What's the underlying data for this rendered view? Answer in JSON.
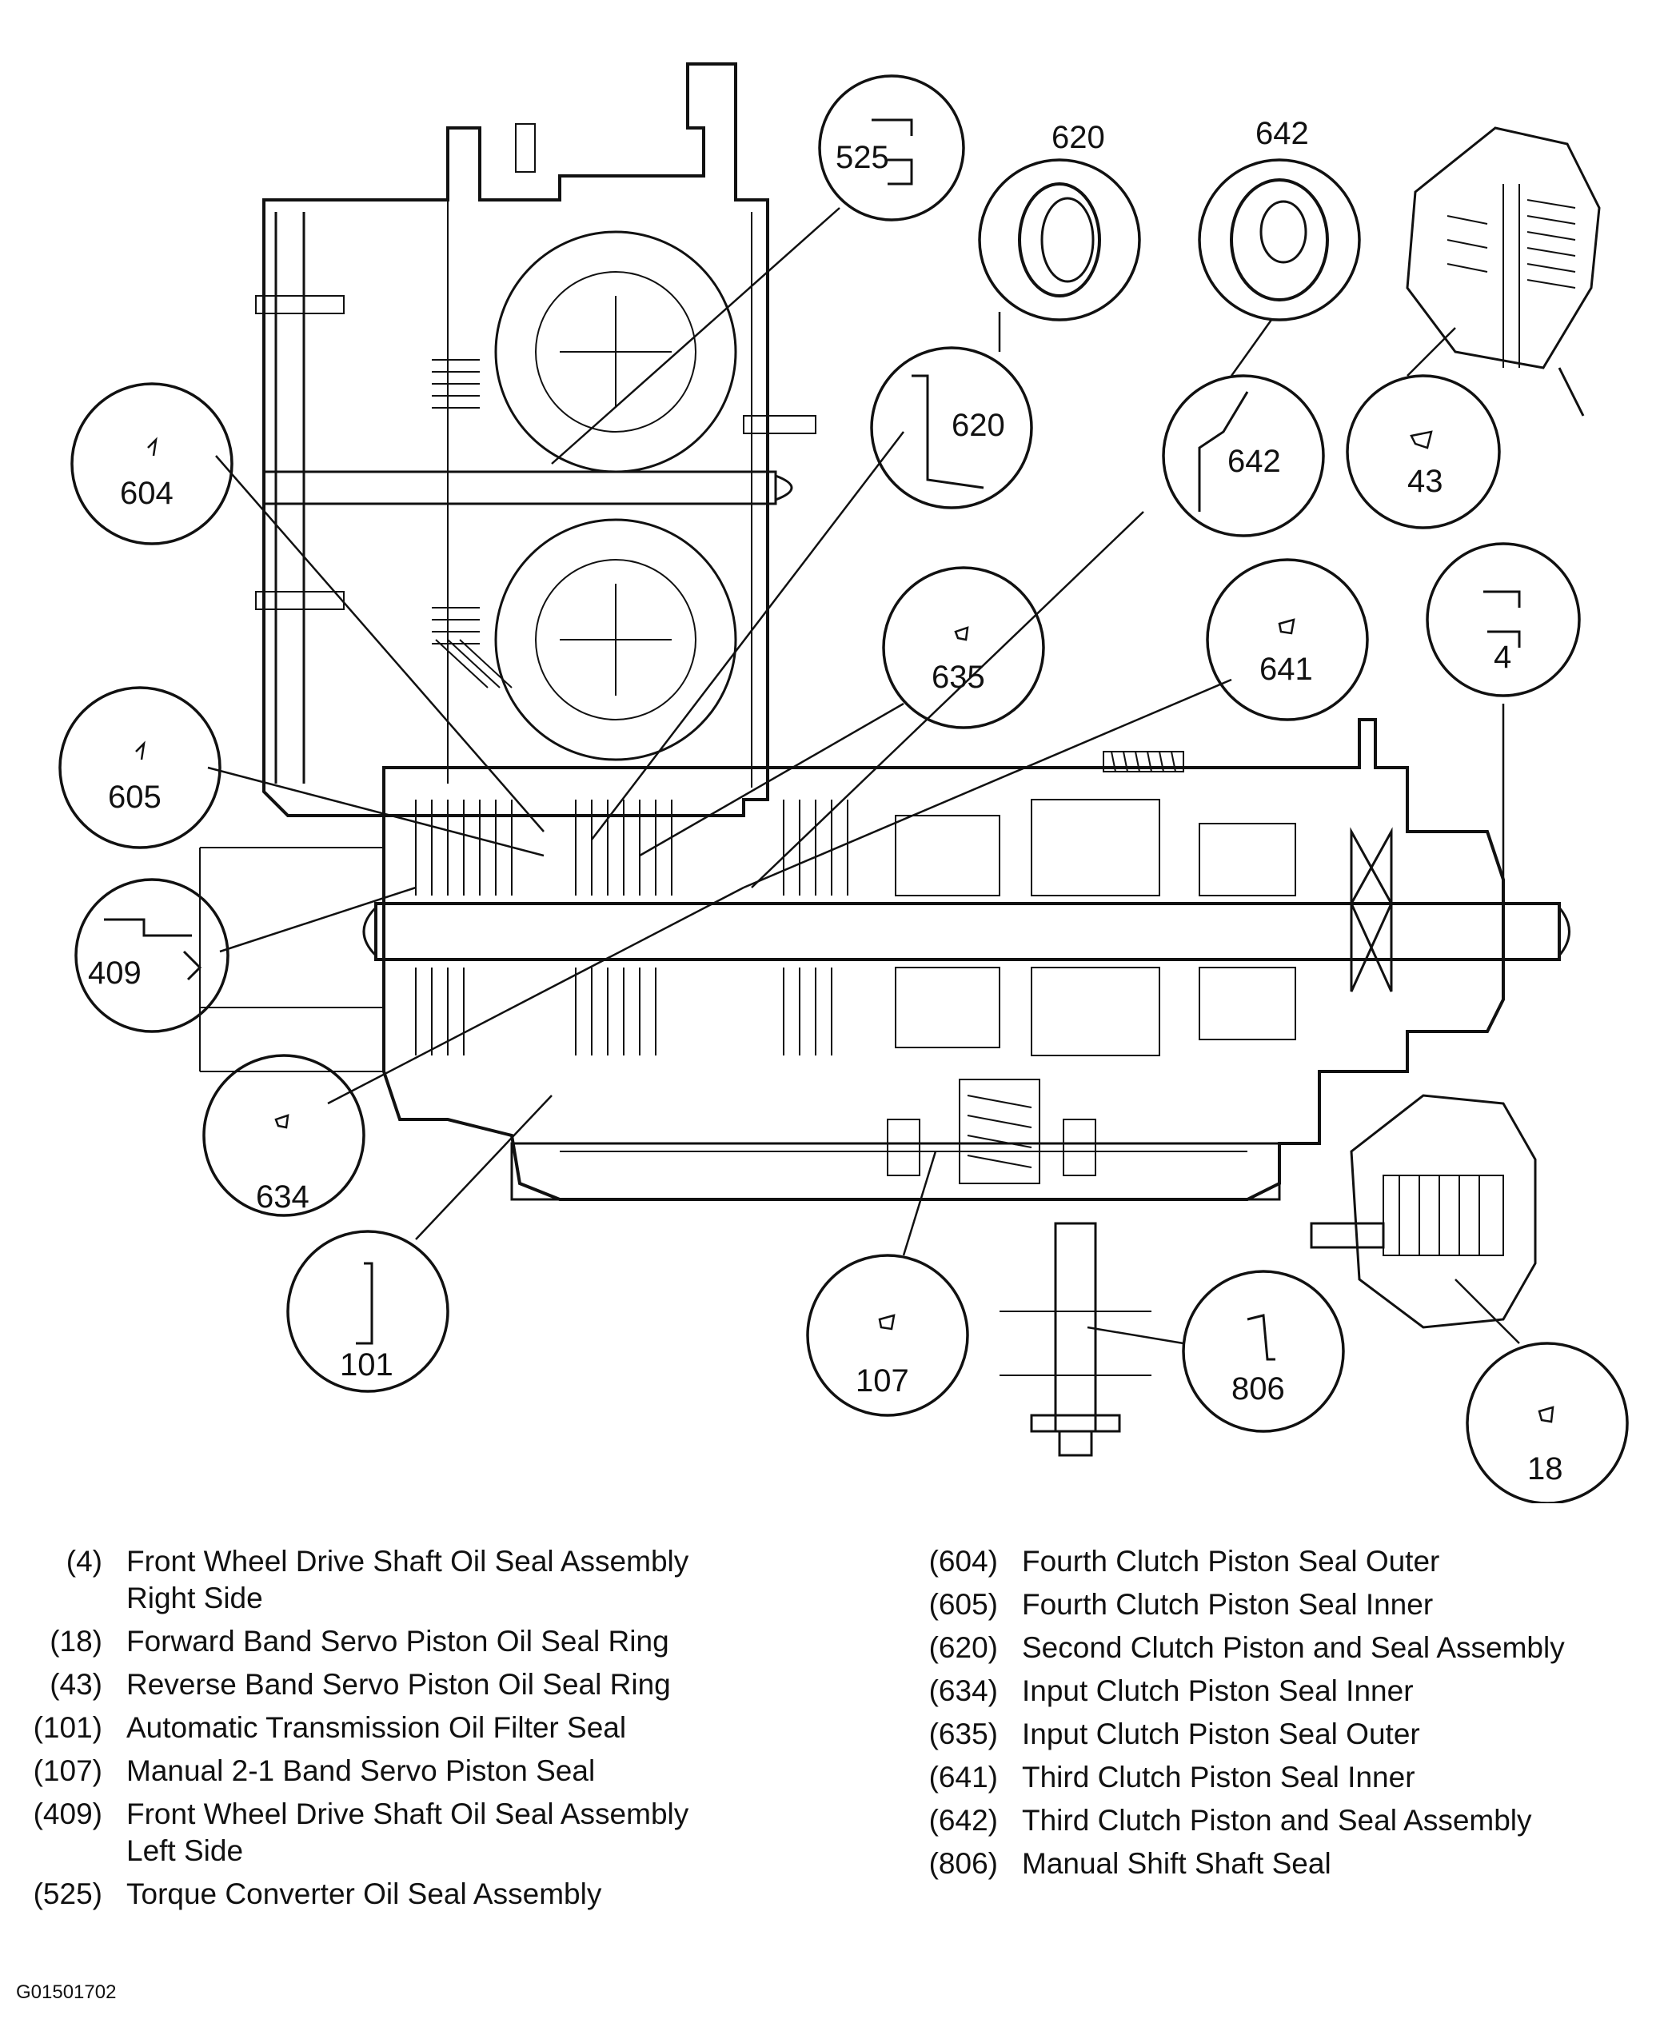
{
  "callouts": [
    {
      "id": "525",
      "label": "525"
    },
    {
      "id": "620",
      "label": "620",
      "top_label": "620"
    },
    {
      "id": "642",
      "label": "642",
      "top_label": "642"
    },
    {
      "id": "43",
      "label": "43"
    },
    {
      "id": "604",
      "label": "604"
    },
    {
      "id": "620b",
      "label": "620"
    },
    {
      "id": "642b",
      "label": "642"
    },
    {
      "id": "635",
      "label": "635"
    },
    {
      "id": "641",
      "label": "641"
    },
    {
      "id": "4",
      "label": "4"
    },
    {
      "id": "605",
      "label": "605"
    },
    {
      "id": "409",
      "label": "409"
    },
    {
      "id": "634",
      "label": "634"
    },
    {
      "id": "101",
      "label": "101"
    },
    {
      "id": "107",
      "label": "107"
    },
    {
      "id": "806",
      "label": "806"
    },
    {
      "id": "18",
      "label": "18"
    }
  ],
  "legend": {
    "left": [
      {
        "num": "(4)",
        "text": "Front Wheel Drive Shaft Oil Seal Assembly\nRight Side"
      },
      {
        "num": "(18)",
        "text": "Forward Band Servo Piston Oil Seal Ring"
      },
      {
        "num": "(43)",
        "text": "Reverse Band Servo Piston Oil Seal Ring"
      },
      {
        "num": "(101)",
        "text": "Automatic Transmission Oil Filter Seal"
      },
      {
        "num": "(107)",
        "text": "Manual 2-1 Band Servo Piston Seal"
      },
      {
        "num": "(409)",
        "text": "Front Wheel Drive Shaft Oil Seal Assembly\nLeft Side"
      },
      {
        "num": "(525)",
        "text": "Torque Converter Oil Seal Assembly"
      }
    ],
    "right": [
      {
        "num": "(604)",
        "text": "Fourth Clutch Piston Seal Outer"
      },
      {
        "num": "(605)",
        "text": "Fourth Clutch Piston Seal Inner"
      },
      {
        "num": "(620)",
        "text": "Second Clutch Piston and Seal Assembly"
      },
      {
        "num": "(634)",
        "text": "Input Clutch Piston Seal Inner"
      },
      {
        "num": "(635)",
        "text": "Input Clutch Piston Seal Outer"
      },
      {
        "num": "(641)",
        "text": "Third Clutch Piston Seal Inner"
      },
      {
        "num": "(642)",
        "text": "Third Clutch Piston and Seal Assembly"
      },
      {
        "num": "(806)",
        "text": "Manual Shift Shaft Seal"
      }
    ]
  },
  "figure_id": "G01501702",
  "colors": {
    "line": "#111111",
    "background": "#ffffff"
  }
}
